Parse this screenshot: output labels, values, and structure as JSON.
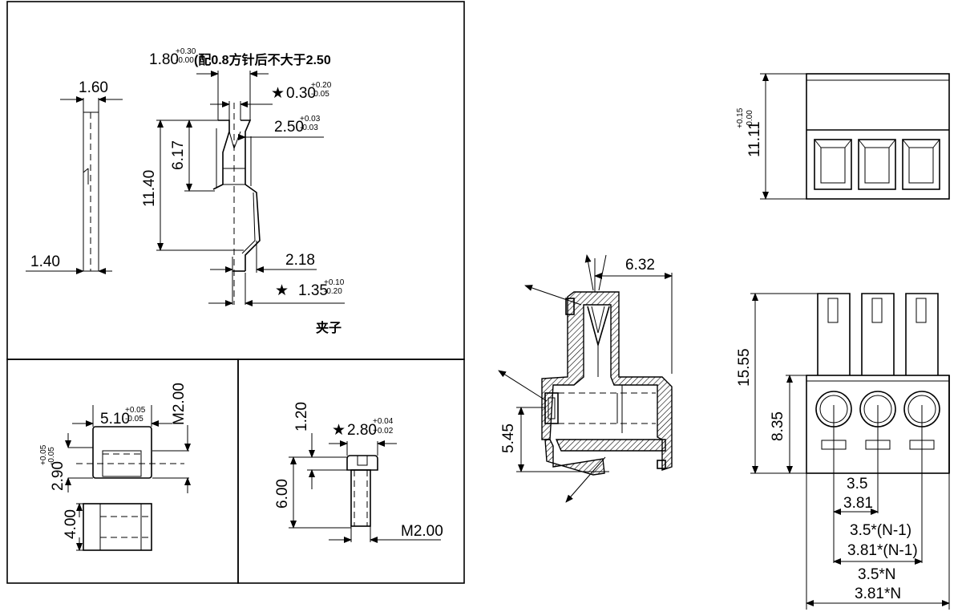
{
  "clip_view": {
    "dim_top_left": "1.80",
    "dim_top_left_tol_plus": "+0.30",
    "dim_top_left_tol_minus": "-0.00",
    "dim_top_note": "(配0.8方针后不大于2.50",
    "dim_slot": "0.30",
    "dim_slot_tol_plus": "+0.20",
    "dim_slot_tol_minus": "-0.05",
    "dim_width": "2.50",
    "dim_width_tol_plus": "+0.03",
    "dim_width_tol_minus": "-0.03",
    "dim_height": "11.40",
    "dim_inner": "6.17",
    "dim_side_top": "1.60",
    "dim_side_bottom": "1.40",
    "dim_tail": "2.18",
    "dim_thickness": "1.35",
    "dim_thickness_tol_plus": "+0.10",
    "dim_thickness_tol_minus": "-0.20",
    "label": "夹子"
  },
  "nut_view": {
    "dim_length": "5.10",
    "dim_length_tol_plus": "+0.05",
    "dim_length_tol_minus": "-0.05",
    "dim_thread": "M2.00",
    "dim_height": "2.90",
    "dim_height_tol_plus": "+0.05",
    "dim_height_tol_minus": "-0.05",
    "dim_bottom": "4.00"
  },
  "screw_view": {
    "dim_head": "1.20",
    "dim_head_width": "2.80",
    "dim_head_width_tol_plus": "+0.04",
    "dim_head_width_tol_minus": "+0.02",
    "dim_length": "6.00",
    "dim_thread": "M2.00"
  },
  "section_view": {
    "dim_depth": "6.32",
    "dim_height": "5.45"
  },
  "top_view": {
    "dim_height": "11.11",
    "dim_height_tol_plus": "+0.15",
    "dim_height_tol_minus": "-0.00"
  },
  "front_view": {
    "dim_total_height": "15.55",
    "dim_body_height": "8.35",
    "pitch_a": "3.5",
    "pitch_b": "3.81",
    "span_a": "3.5*(N-1)",
    "span_b": "3.81*(N-1)",
    "total_a": "3.5*N",
    "total_b": "3.81*N"
  }
}
